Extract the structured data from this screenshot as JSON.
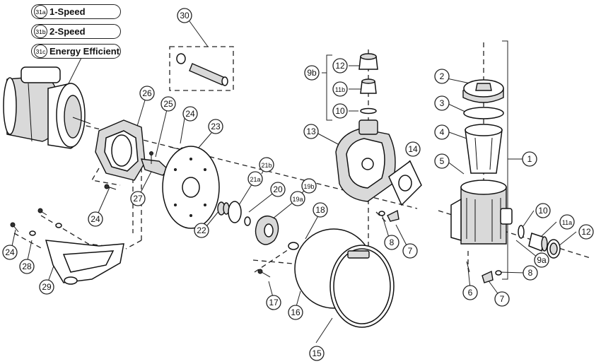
{
  "legend": [
    {
      "code": "31a",
      "text": "1-Speed"
    },
    {
      "code": "31b",
      "text": "2-Speed"
    },
    {
      "code": "31c",
      "text": "Energy Efficient"
    }
  ],
  "callouts": {
    "c1": "1",
    "c2": "2",
    "c3": "3",
    "c4": "4",
    "c5": "5",
    "c6": "6",
    "c7a": "7",
    "c7b": "7",
    "c8a": "8",
    "c8b": "8",
    "c9a": "9a",
    "c9b": "9b",
    "c10a": "10",
    "c10b": "10",
    "c11a": "11a",
    "c11b": "11b",
    "c12a": "12",
    "c12b": "12",
    "c13": "13",
    "c14": "14",
    "c15": "15",
    "c16": "16",
    "c17": "17",
    "c18": "18",
    "c19a": "19a",
    "c19b": "19b",
    "c20": "20",
    "c21a": "21a",
    "c21b": "21b",
    "c22": "22",
    "c23": "23",
    "c24a": "24",
    "c24b": "24",
    "c24c": "24",
    "c25": "25",
    "c26": "26",
    "c27": "27",
    "c28": "28",
    "c29": "29",
    "c30": "30"
  }
}
